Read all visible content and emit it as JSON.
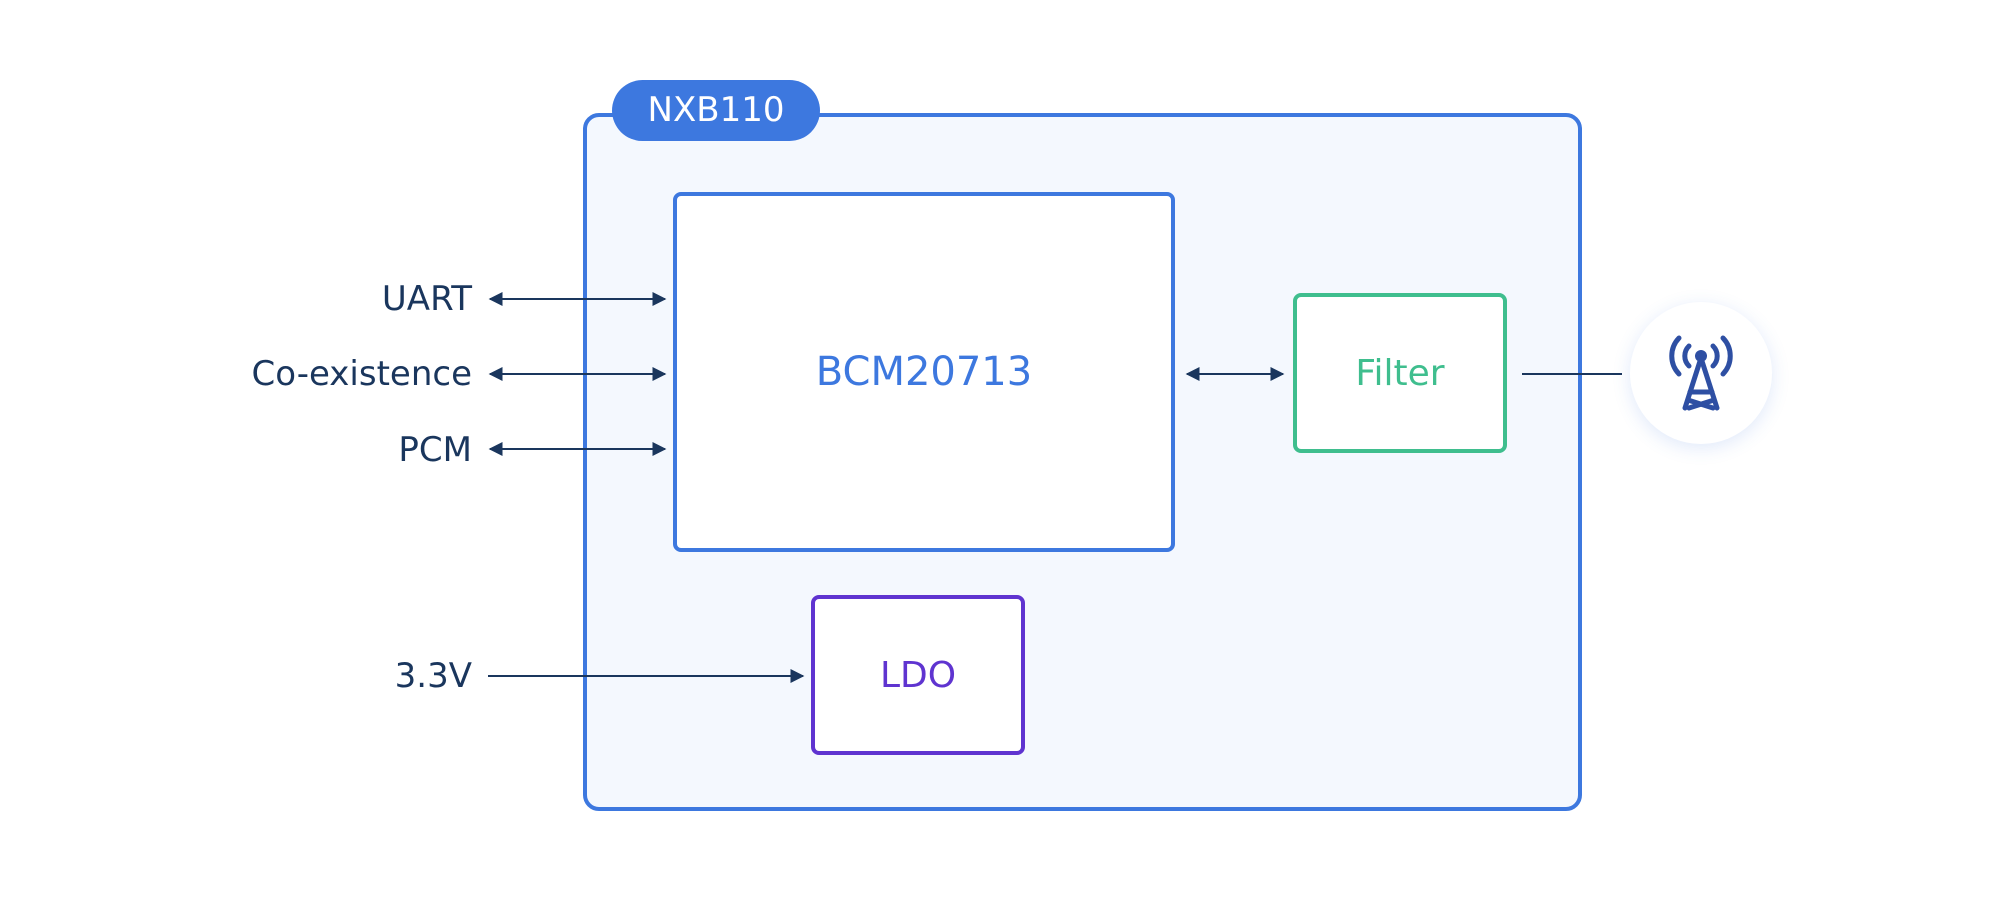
{
  "module": {
    "title": "NXB110",
    "color": "#3d78df"
  },
  "blocks": {
    "chip": {
      "label": "BCM20713",
      "color": "#3d78df"
    },
    "filter": {
      "label": "Filter",
      "color": "#3fbe8e"
    },
    "ldo": {
      "label": "LDO",
      "color": "#5f34d0"
    }
  },
  "signals": [
    {
      "label": "UART",
      "direction": "bidirectional"
    },
    {
      "label": "Co-existence",
      "direction": "bidirectional"
    },
    {
      "label": "PCM",
      "direction": "bidirectional"
    }
  ],
  "power": {
    "label": "3.3V",
    "direction": "input"
  },
  "antenna": {
    "icon": "antenna-tower-icon",
    "color": "#2e4fa3"
  },
  "colors": {
    "text": "#1a365d",
    "module_fill": "#f4f8fe"
  }
}
